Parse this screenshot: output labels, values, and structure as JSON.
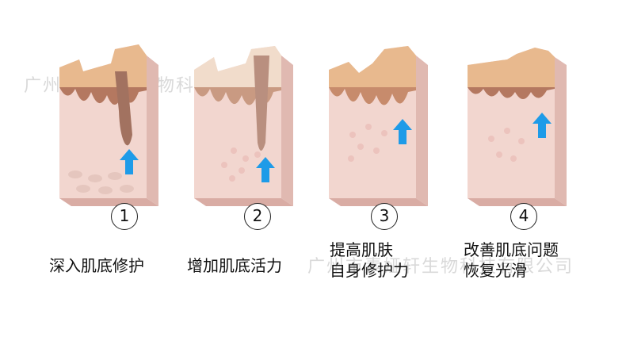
{
  "watermark": "广州市素娅轩生物科技有限公司",
  "steps": [
    {
      "number": "1",
      "caption_lines": [
        "深入肌底修护"
      ]
    },
    {
      "number": "2",
      "caption_lines": [
        "增加肌底活力"
      ]
    },
    {
      "number": "3",
      "caption_lines": [
        "提高肌肤",
        "自身修护力"
      ]
    },
    {
      "number": "4",
      "caption_lines": [
        "改善肌底问题",
        "恢复光滑"
      ]
    }
  ],
  "colors": {
    "skin_top": "#e8b98e",
    "skin_mid": "#c78b6c",
    "skin_body": "#f3d9d2",
    "arrow": "#1e9be8"
  }
}
